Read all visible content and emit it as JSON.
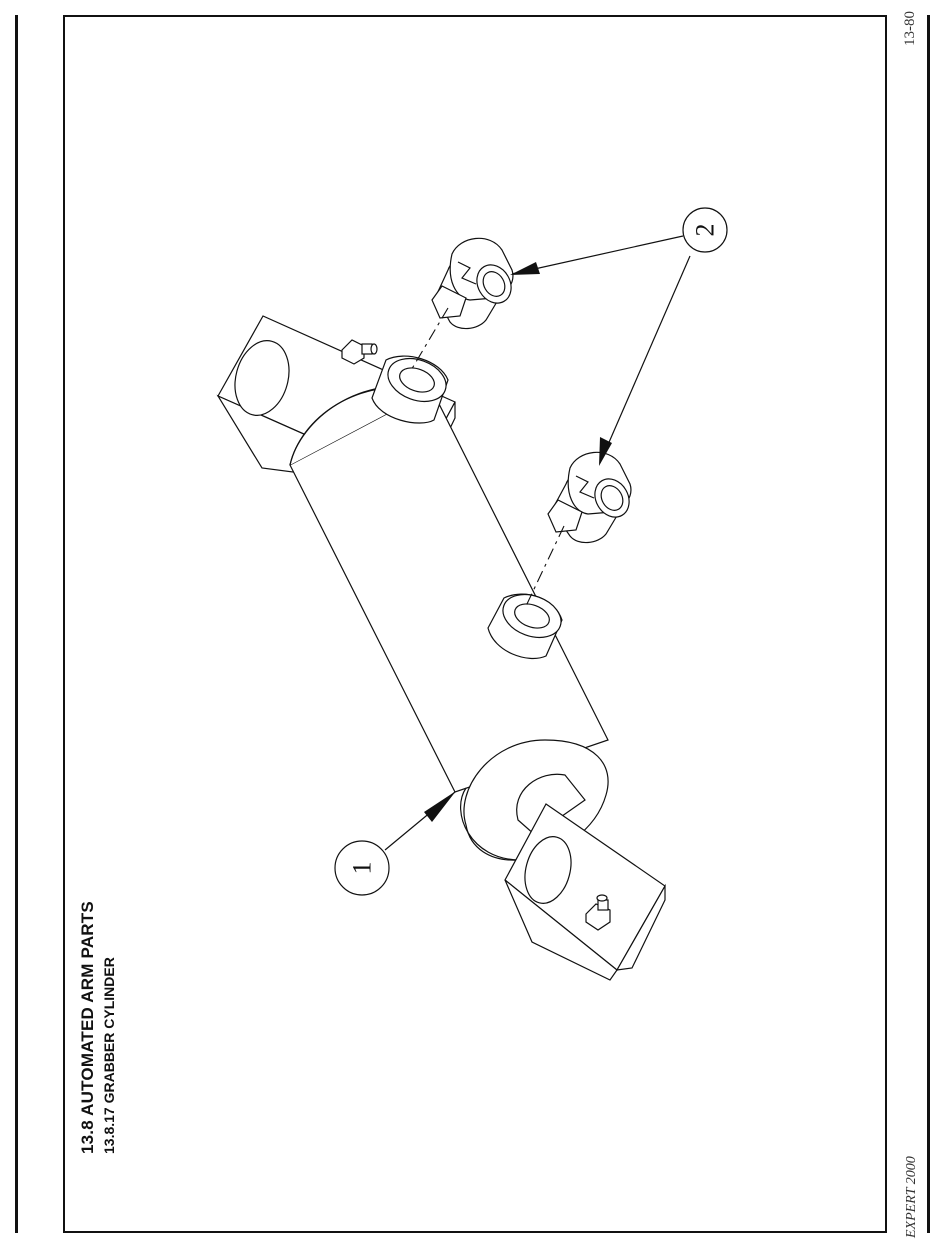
{
  "page": {
    "number": "13-80",
    "section_title": "13.8   AUTOMATED ARM PARTS",
    "section_subtitle": "13.8.17  GRABBER CYLINDER",
    "footer": "EXPERT 2000"
  },
  "callouts": [
    {
      "label": "1",
      "part": "cylinder body"
    },
    {
      "label": "2",
      "part": "elbow fittings"
    }
  ]
}
